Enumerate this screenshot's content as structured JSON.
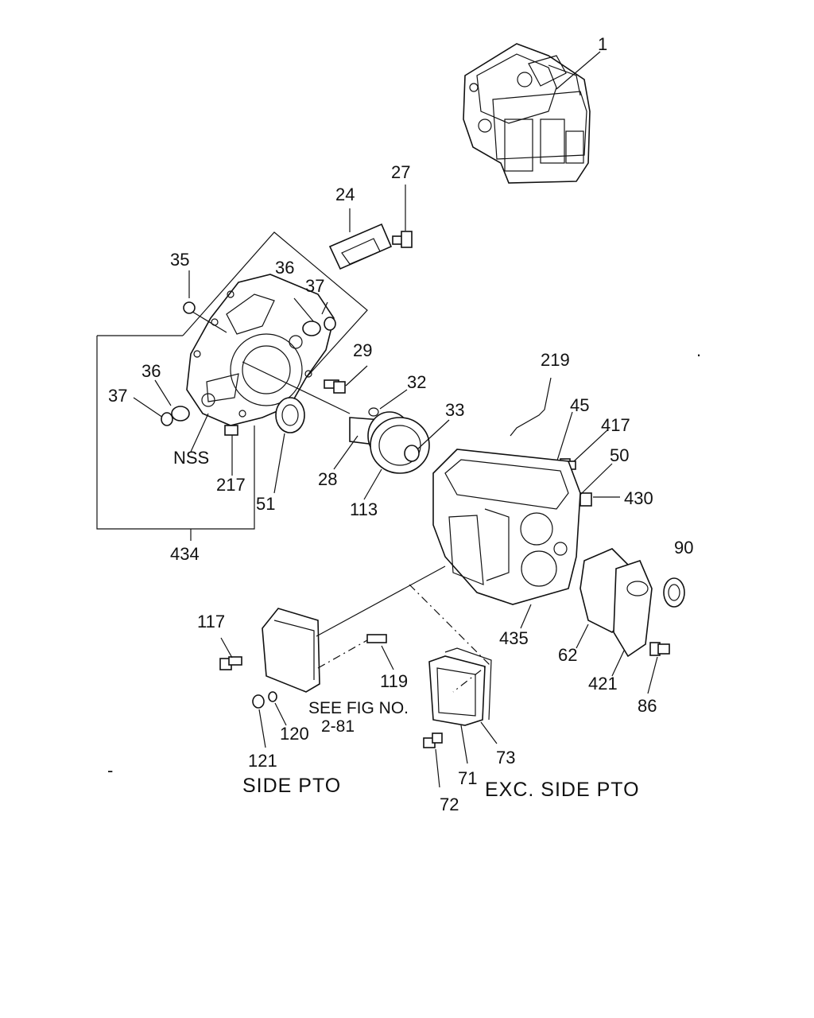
{
  "labels": {
    "p1": "1",
    "p24": "24",
    "p27": "27",
    "p35": "35",
    "p36a": "36",
    "p37a": "37",
    "p36b": "36",
    "p37b": "37",
    "nss": "NSS",
    "p217": "217",
    "p51": "51",
    "p434": "434",
    "p29": "29",
    "p32": "32",
    "p33": "33",
    "p28": "28",
    "p113": "113",
    "p219": "219",
    "p45": "45",
    "p417": "417",
    "p50": "50",
    "p430": "430",
    "p90": "90",
    "p435": "435",
    "p62": "62",
    "p421": "421",
    "p86": "86",
    "p117": "117",
    "p119": "119",
    "p121": "121",
    "p120": "120",
    "p73": "73",
    "p71": "71",
    "p72": "72"
  },
  "captions": {
    "see_fig_line1": "SEE FIG NO.",
    "see_fig_line2": "2-81",
    "side_pto": "SIDE PTO",
    "exc_side_pto": "EXC. SIDE PTO"
  }
}
